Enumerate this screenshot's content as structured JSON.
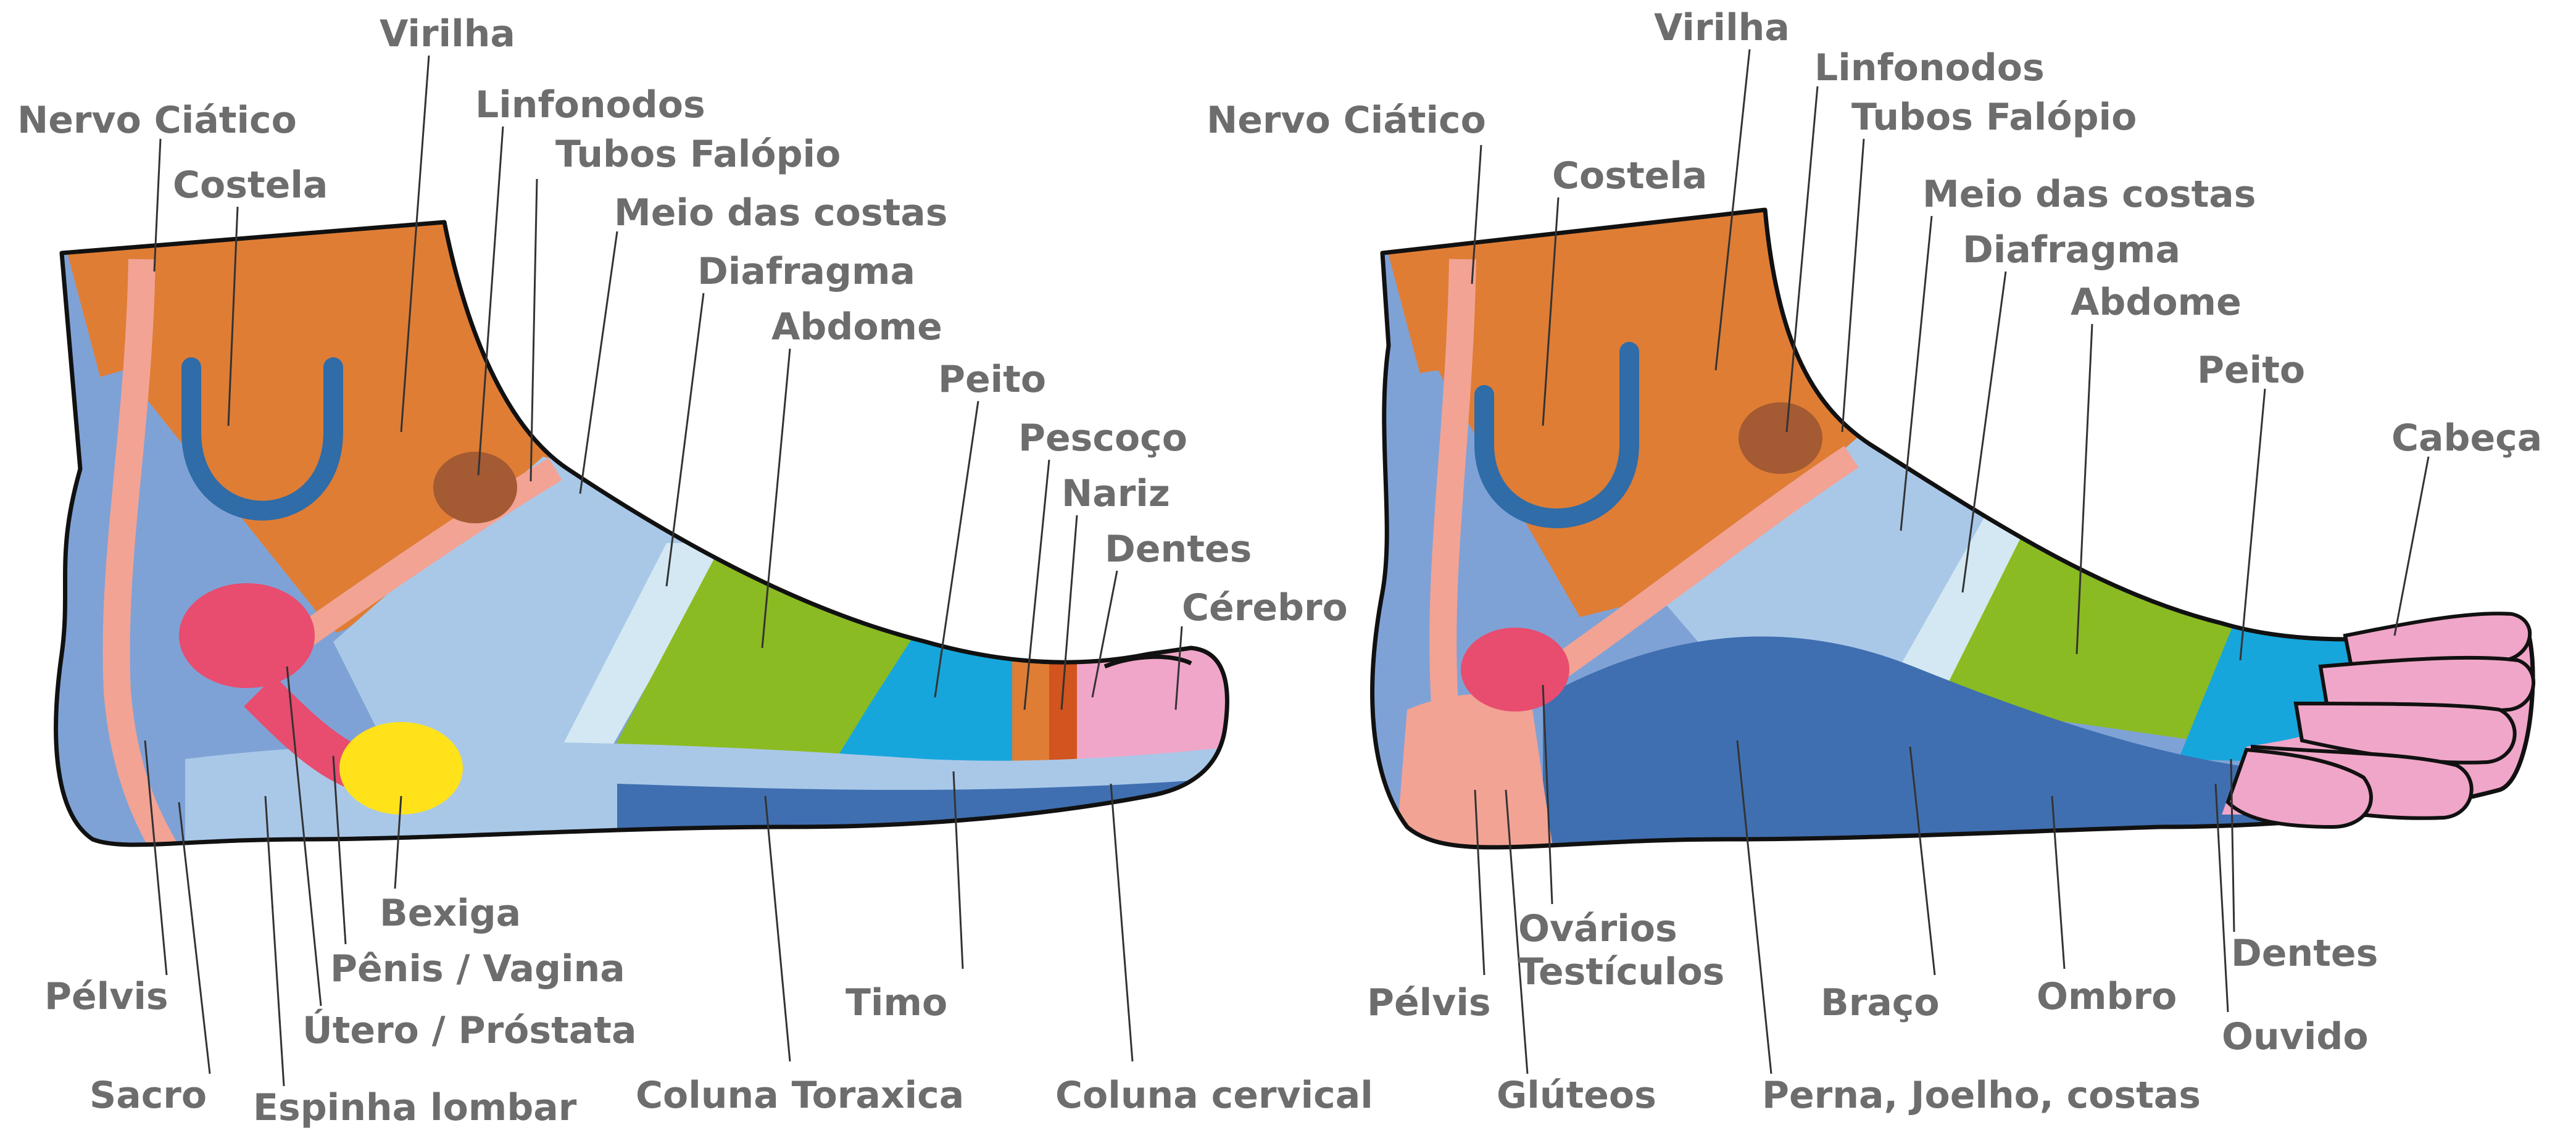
{
  "colors": {
    "orange": "#DF7D35",
    "blue_dark": "#3F6FB0",
    "blue_medium": "#7FA2D6",
    "blue_light": "#A9C8E8",
    "blue_pale": "#D3E8F3",
    "green": "#8BBB22",
    "cyan": "#16A6DC",
    "pink": "#F0A6C8",
    "salmon": "#F2A394",
    "red_pink": "#E84C6E",
    "yellow": "#FFE21A",
    "brown": "#A45A32",
    "rib_blue": "#2F6CA8",
    "label_gray": "#6D6D6D"
  },
  "left_foot": {
    "labels": {
      "virilha": "Virilha",
      "nervo_ciatico": "Nervo Ciático",
      "linfonodos": "Linfonodos",
      "tubos_falopio": "Tubos Falópio",
      "costela": "Costela",
      "meio_costas": "Meio das costas",
      "diafragma": "Diafragma",
      "abdome": "Abdome",
      "peito": "Peito",
      "pescoco": "Pescoço",
      "nariz": "Nariz",
      "dentes": "Dentes",
      "cerebro": "Cérebro",
      "bexiga": "Bexiga",
      "penis_vagina": "Pênis / Vagina",
      "pelvis": "Pélvis",
      "utero_prostata": "Útero / Próstata",
      "timo": "Timo",
      "sacro": "Sacro",
      "espinha_lombar": "Espinha lombar",
      "coluna_toraxica": "Coluna Toraxica",
      "coluna_cervical": "Coluna cervical"
    }
  },
  "right_foot": {
    "labels": {
      "virilha": "Virilha",
      "linfonodos": "Linfonodos",
      "nervo_ciatico": "Nervo Ciático",
      "tubos_falopio": "Tubos Falópio",
      "costela": "Costela",
      "meio_costas": "Meio das costas",
      "diafragma": "Diafragma",
      "abdome": "Abdome",
      "peito": "Peito",
      "cabeca": "Cabeça",
      "ovarios": "Ovários",
      "testiculos": "Testículos",
      "pelvis": "Pélvis",
      "braco": "Braço",
      "ombro": "Ombro",
      "dentes": "Dentes",
      "ouvido": "Ouvido",
      "gluteos": "Glúteos",
      "perna_joelho_costas": "Perna, Joelho, costas"
    }
  }
}
